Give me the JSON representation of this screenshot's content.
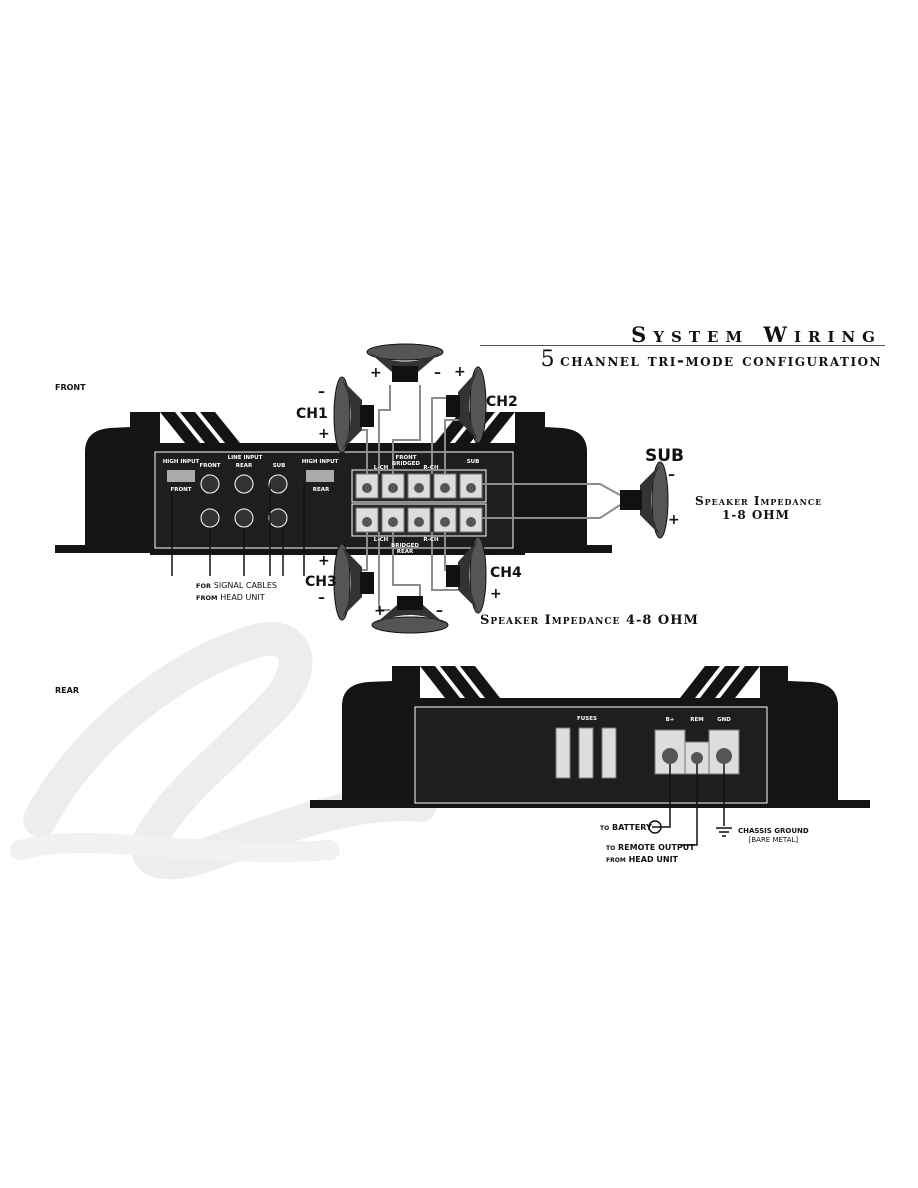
{
  "header": {
    "title": "System Wiring",
    "subtitle_num": "5",
    "subtitle_text": "channel tri-mode configuration"
  },
  "sections": {
    "front": "FRONT",
    "rear": "REAR"
  },
  "front_panel": {
    "high_input_left": "HIGH INPUT",
    "high_input_left_sub": "FRONT",
    "line_input": "LINE INPUT",
    "front": "FRONT",
    "rear": "REAR",
    "sub": "SUB",
    "high_input_right": "HIGH INPUT",
    "high_input_right_sub": "REAR",
    "front_bridged": "FRONT",
    "bridged": "BRIDGED",
    "lch": "L-CH",
    "rch": "R-CH",
    "sub_term": "SUB",
    "rear_bridged": "REAR",
    "bridged2": "BRIDGED"
  },
  "channels": {
    "ch1": "CH1",
    "ch2": "CH2",
    "ch3": "CH3",
    "ch4": "CH4",
    "sub": "SUB"
  },
  "signs": {
    "plus": "+",
    "minus": "–"
  },
  "signal_note": {
    "line1a": "FOR",
    "line1b": "SIGNAL CABLES",
    "line2a": "FROM",
    "line2b": "HEAD UNIT"
  },
  "impedance": {
    "sub_line1": "Speaker Impedance",
    "sub_line2": "1-8 OHM",
    "main": "Speaker Impedance 4-8 OHM"
  },
  "rear_panel": {
    "fuses": "FUSES",
    "bplus": "B+",
    "rem": "REM",
    "gnd": "GND",
    "to_battery_a": "TO",
    "to_battery_b": "BATTERY",
    "remote_1a": "TO",
    "remote_1b": "REMOTE OUTPUT",
    "remote_2a": "FROM",
    "remote_2b": "HEAD UNIT",
    "ground_1": "CHASSIS GROUND",
    "ground_2": "[BARE METAL]"
  },
  "colors": {
    "panel": "#141414",
    "wire": "#8c8c8c",
    "terminal": "#d9d9d9",
    "watermark": "#eeeeee"
  }
}
